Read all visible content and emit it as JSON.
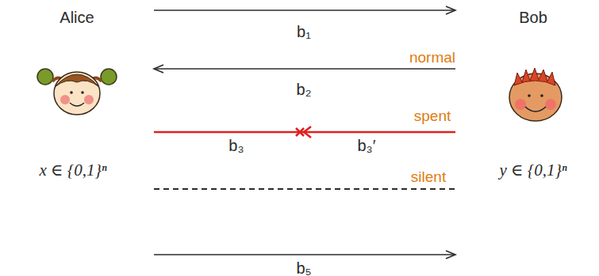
{
  "diagram": {
    "nodes": [
      {
        "text": [
          "Alice",
          "x ∈ {0,1}ⁿ"
        ]
      },
      {
        "text": [
          "Bob",
          "y ∈ {0,1}ⁿ"
        ]
      }
    ],
    "edges": [
      {
        "from": 0,
        "to": 1,
        "arrow": "to",
        "label": "b₁"
      },
      {
        "from": 1,
        "to": 0,
        "arrow": "to",
        "label": "b₂"
      },
      {
        "from": 0,
        "to": 1,
        "arrow": "none"
      },
      {
        "from": 0,
        "to": 1,
        "arrow": "none"
      },
      {
        "from": 0,
        "to": 1,
        "arrow": "to",
        "label": "b₅"
      }
    ],
    "labels": [
      "normal",
      "spent",
      "b₃",
      "b₃′",
      "silent"
    ]
  }
}
